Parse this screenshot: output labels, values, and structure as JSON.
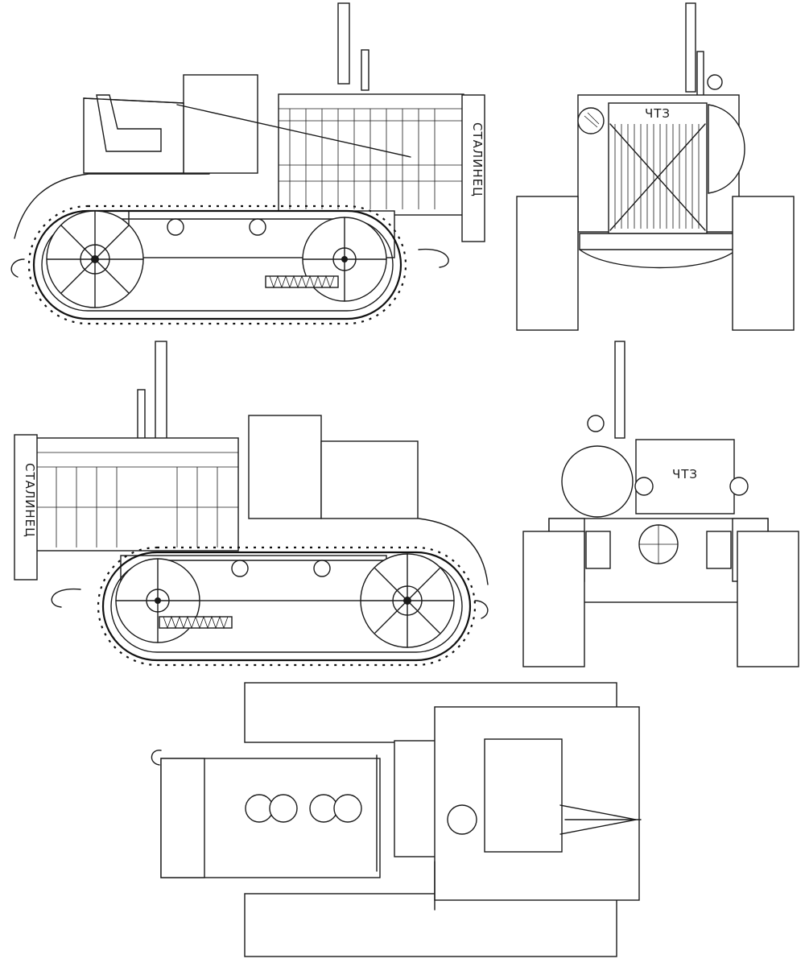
{
  "views": {
    "side_left": {
      "nameplate": "СТАЛИНЕЦ"
    },
    "side_right": {
      "nameplate": "СТАЛИНЕЦ"
    },
    "front": {
      "badge": "ЧТЗ"
    },
    "rear": {
      "badge": "ЧТЗ"
    },
    "top": {}
  }
}
